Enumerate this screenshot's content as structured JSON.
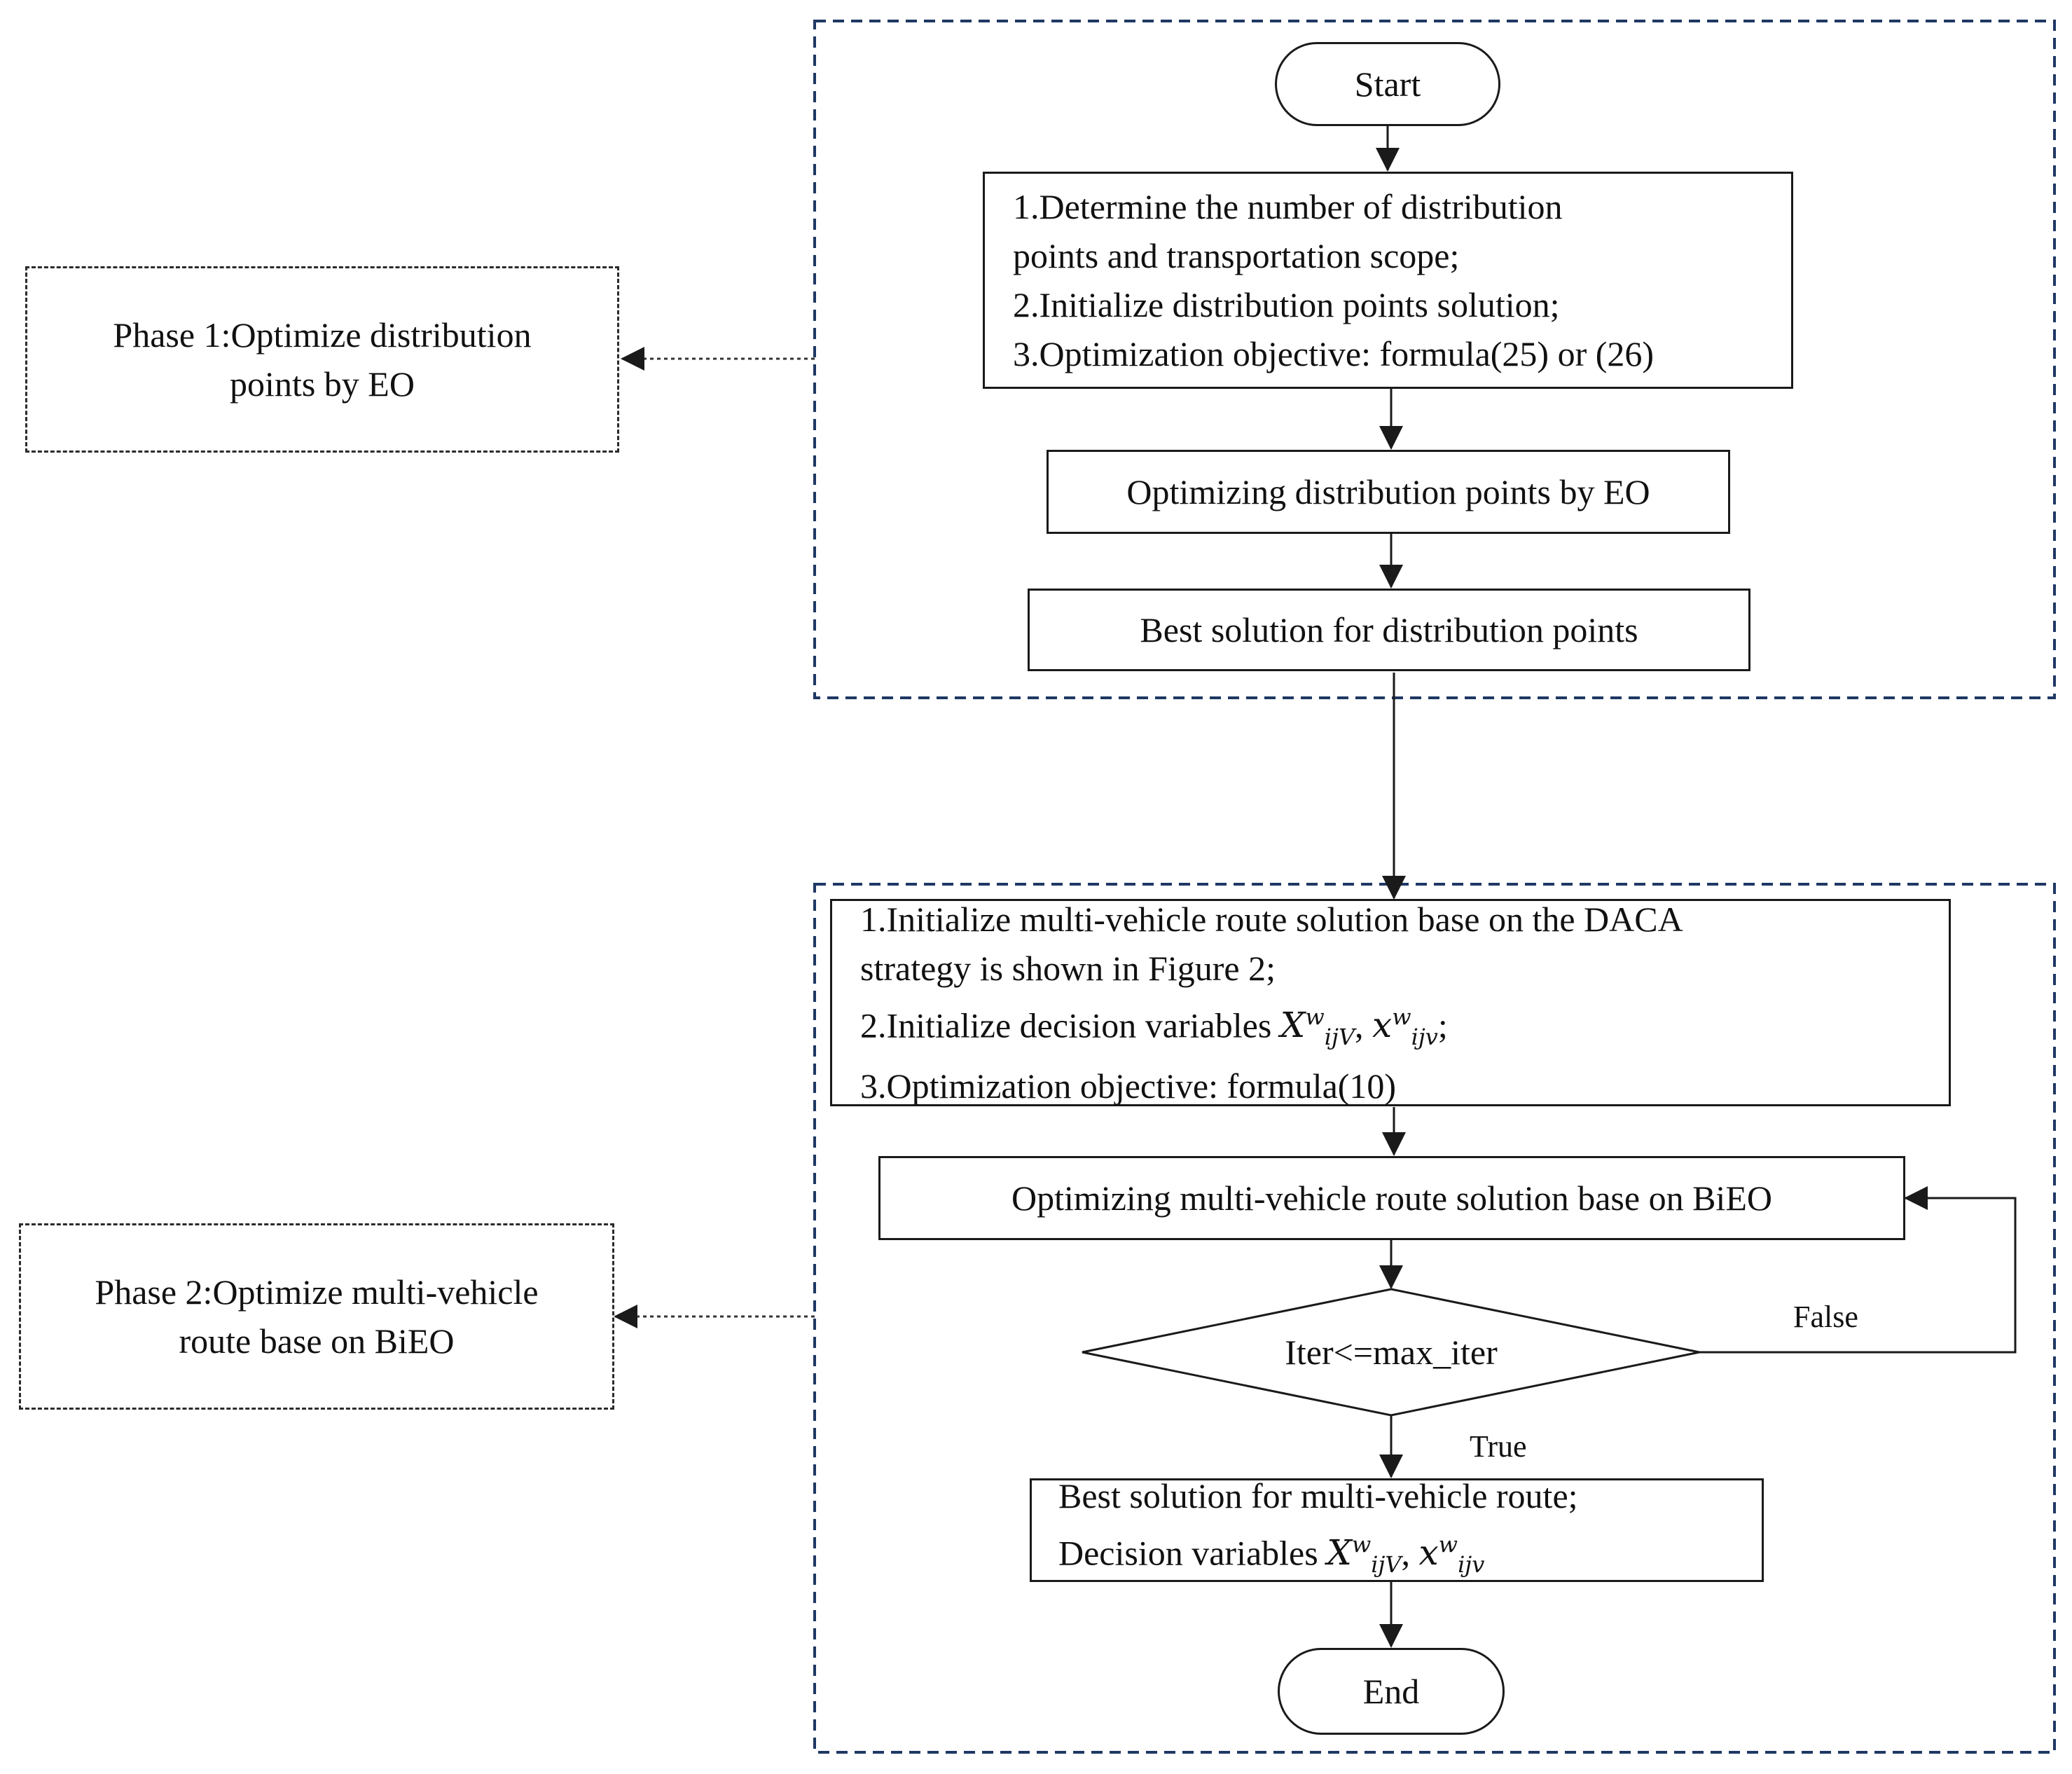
{
  "nodes": {
    "start": "Start",
    "step1": {
      "lines": [
        "1.Determine the number of distribution",
        "points and transportation scope;",
        "2.Initialize distribution points solution;",
        "3.Optimization objective: formula(25) or (26)"
      ]
    },
    "optimize_points": "Optimizing distribution points by EO",
    "best_points": "Best solution for distribution points",
    "phase1": {
      "line1": "Phase 1:Optimize distribution",
      "line2": "points by EO"
    },
    "step2": {
      "line1": "1.Initialize multi-vehicle route solution base on the DACA",
      "line2": "strategy is shown in Figure 2;",
      "line3_prefix": "2.Initialize decision variables ",
      "line4": "3.Optimization objective: formula(10)"
    },
    "optimize_route": "Optimizing multi-vehicle route solution base on BiEO",
    "decision": "Iter<=max_iter",
    "false_label": "False",
    "true_label": "True",
    "best_route": {
      "line1": "Best solution for multi-vehicle route;",
      "line2_prefix": "Decision variables "
    },
    "end": "End",
    "phase2": {
      "line1": "Phase 2:Optimize multi-vehicle",
      "line2": "route base on BiEO"
    }
  },
  "variables": {
    "X_main": "X",
    "X_sup": "w",
    "X_sub": "ijV",
    "x_main": "x",
    "x_sup": "w",
    "x_sub": "ijv"
  },
  "colors": {
    "group_border": "#1f3864",
    "node_border": "#1a1a1a",
    "connector": "#1a1a1a"
  }
}
